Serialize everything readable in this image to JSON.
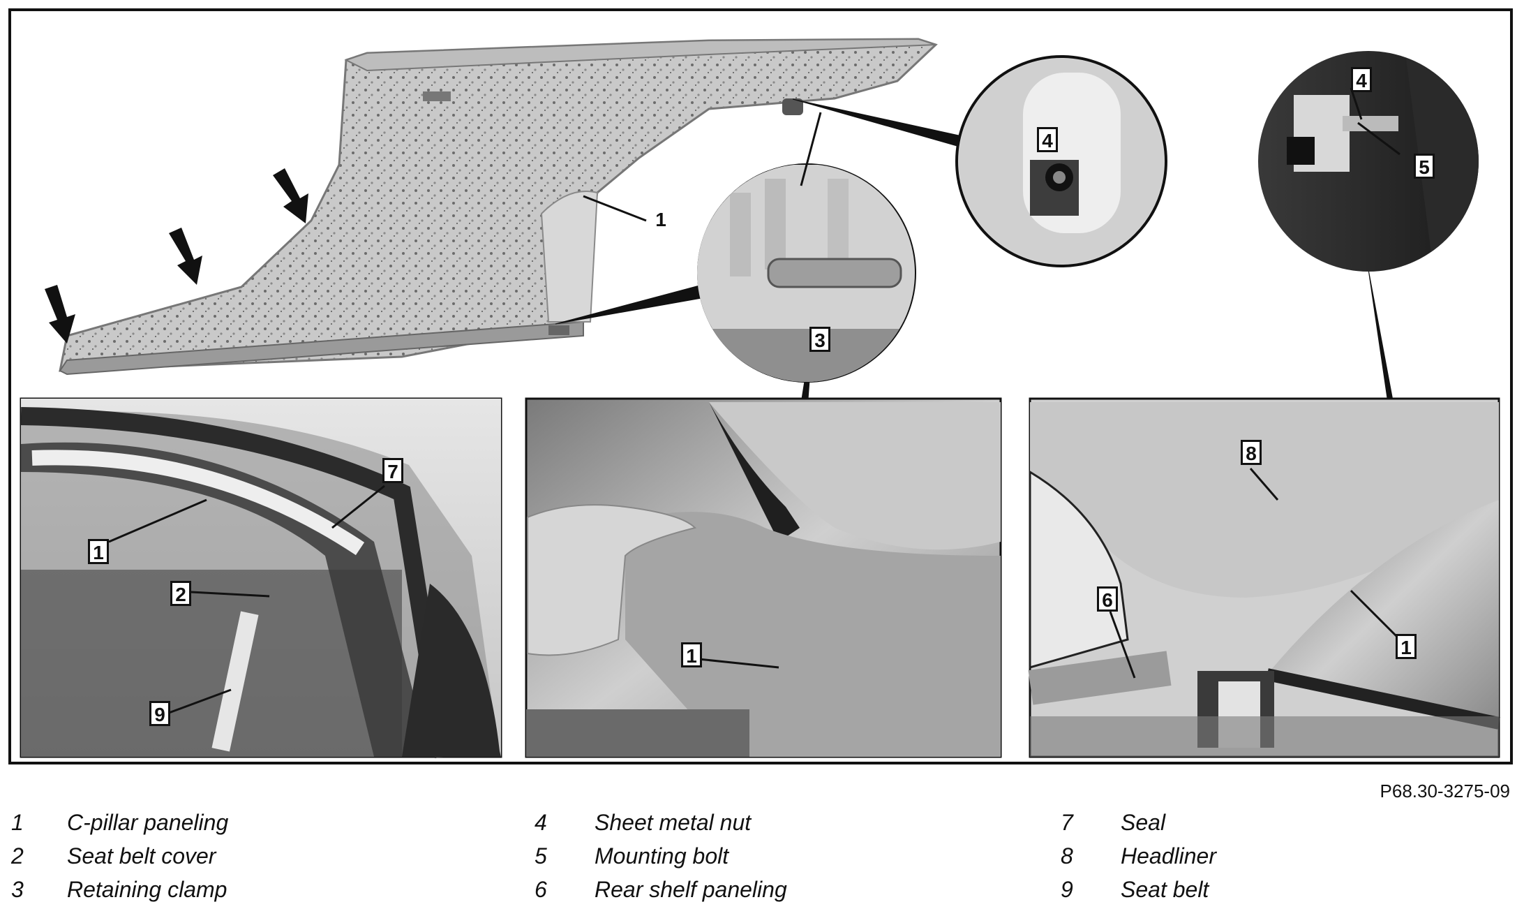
{
  "figure": {
    "code": "P68.30-3275-09"
  },
  "callouts": {
    "main_1": "1",
    "detail_3": "3",
    "detail_4a": "4",
    "detail_4b": "4",
    "detail_5": "5",
    "panel1_1": "1",
    "panel1_2": "2",
    "panel1_7": "7",
    "panel1_9": "9",
    "panel2_1": "1",
    "panel3_8": "8",
    "panel3_6": "6",
    "panel3_1": "1"
  },
  "legend": [
    {
      "num": "1",
      "text": "C-pillar paneling"
    },
    {
      "num": "2",
      "text": "Seat belt cover"
    },
    {
      "num": "3",
      "text": "Retaining clamp"
    },
    {
      "num": "4",
      "text": "Sheet metal nut"
    },
    {
      "num": "5",
      "text": "Mounting bolt"
    },
    {
      "num": "6",
      "text": "Rear shelf paneling"
    },
    {
      "num": "7",
      "text": "Seal"
    },
    {
      "num": "8",
      "text": "Headliner"
    },
    {
      "num": "9",
      "text": "Seat belt"
    }
  ]
}
